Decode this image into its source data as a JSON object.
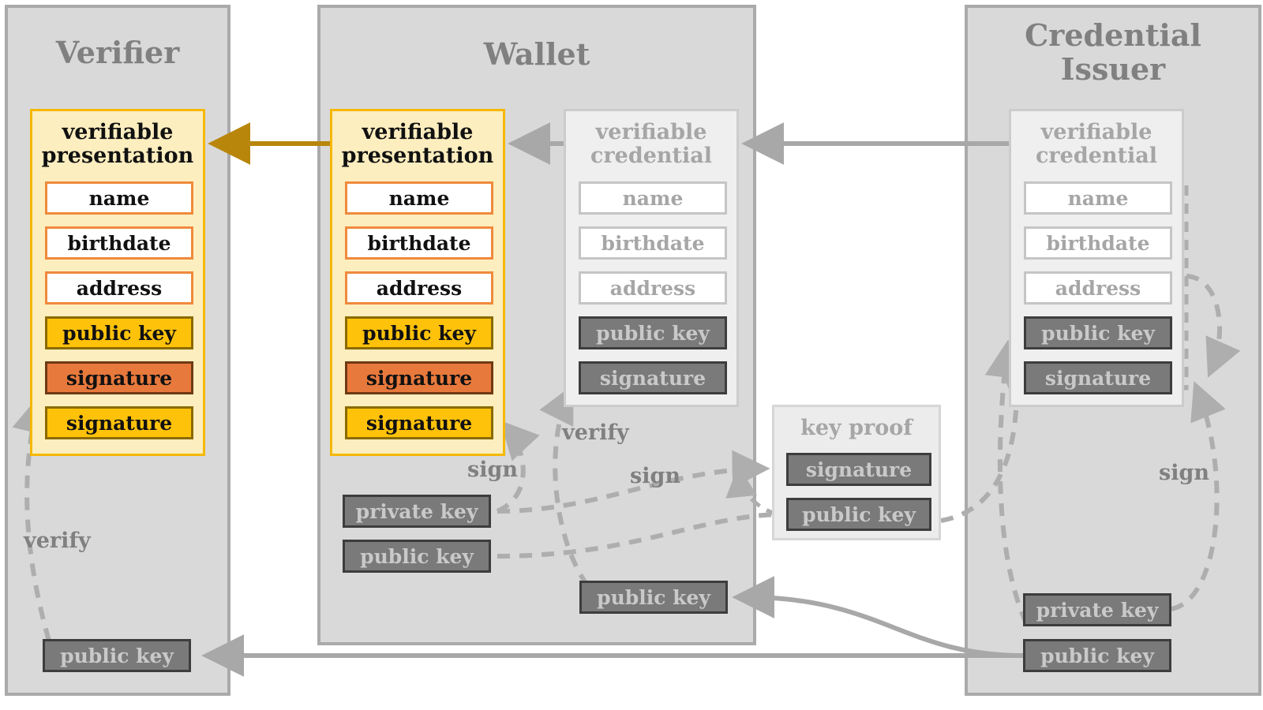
{
  "diagram": {
    "title": "Verifiable Credential / Verifiable Presentation flow",
    "colors": {
      "panel_fill": "#d9d9d9",
      "panel_stroke": "#aaaaaa",
      "vp_fill": "#fdeebf",
      "vp_stroke": "#f5b800",
      "vc_fill": "#efefef",
      "vc_stroke": "#cccccc",
      "claim_active_stroke": "#ef8a3c",
      "public_key_active": "#ffc20a",
      "signature_active": "#e8793c",
      "key_muted_fill": "#7a7a7a",
      "muted_text": "#a6a6a6",
      "label_text": "#808080",
      "gold_arrow": "#b8860b",
      "gray_arrow": "#aaaaaa"
    }
  },
  "panels": [
    {
      "id": "verifier",
      "title": "Verifier"
    },
    {
      "id": "wallet",
      "title": "Wallet"
    },
    {
      "id": "issuer",
      "title": "Credential\nIssuer"
    }
  ],
  "verifier": {
    "title": "Verifier",
    "presentation": {
      "title": "verifiable\npresentation",
      "rows": [
        {
          "label": "name",
          "style": "plain-active"
        },
        {
          "label": "birthdate",
          "style": "plain-active"
        },
        {
          "label": "address",
          "style": "plain-active"
        },
        {
          "label": "public key",
          "style": "pk-active"
        },
        {
          "label": "signature",
          "style": "sig-active"
        },
        {
          "label": "signature",
          "style": "sig-gold"
        }
      ]
    },
    "public_key": {
      "label": "public key",
      "style": "key-muted"
    },
    "verify_label": "verify"
  },
  "wallet": {
    "title": "Wallet",
    "presentation": {
      "title": "verifiable\npresentation",
      "rows": [
        {
          "label": "name",
          "style": "plain-active"
        },
        {
          "label": "birthdate",
          "style": "plain-active"
        },
        {
          "label": "address",
          "style": "plain-active"
        },
        {
          "label": "public key",
          "style": "pk-active"
        },
        {
          "label": "signature",
          "style": "sig-active"
        },
        {
          "label": "signature",
          "style": "sig-gold"
        }
      ]
    },
    "credential": {
      "title": "verifiable\ncredential",
      "rows": [
        {
          "label": "name",
          "style": "plain-muted"
        },
        {
          "label": "birthdate",
          "style": "plain-muted"
        },
        {
          "label": "address",
          "style": "plain-muted"
        },
        {
          "label": "public key",
          "style": "key-muted"
        },
        {
          "label": "signature",
          "style": "key-muted"
        }
      ]
    },
    "private_key": {
      "label": "private key",
      "style": "key-muted"
    },
    "public_key": {
      "label": "public key",
      "style": "key-muted"
    },
    "issuer_public_key": {
      "label": "public key",
      "style": "key-muted"
    },
    "sign_label": "sign",
    "verify_label": "verify",
    "sign_label_2": "sign"
  },
  "key_proof": {
    "title": "key proof",
    "rows": [
      {
        "label": "signature",
        "style": "key-muted"
      },
      {
        "label": "public key",
        "style": "key-muted"
      }
    ]
  },
  "issuer": {
    "title": "Credential\nIssuer",
    "credential": {
      "title": "verifiable\ncredential",
      "rows": [
        {
          "label": "name",
          "style": "plain-muted"
        },
        {
          "label": "birthdate",
          "style": "plain-muted"
        },
        {
          "label": "address",
          "style": "plain-muted"
        },
        {
          "label": "public key",
          "style": "key-muted"
        },
        {
          "label": "signature",
          "style": "key-muted"
        }
      ]
    },
    "private_key": {
      "label": "private key",
      "style": "key-muted"
    },
    "public_key": {
      "label": "public key",
      "style": "key-muted"
    },
    "sign_label": "sign"
  }
}
